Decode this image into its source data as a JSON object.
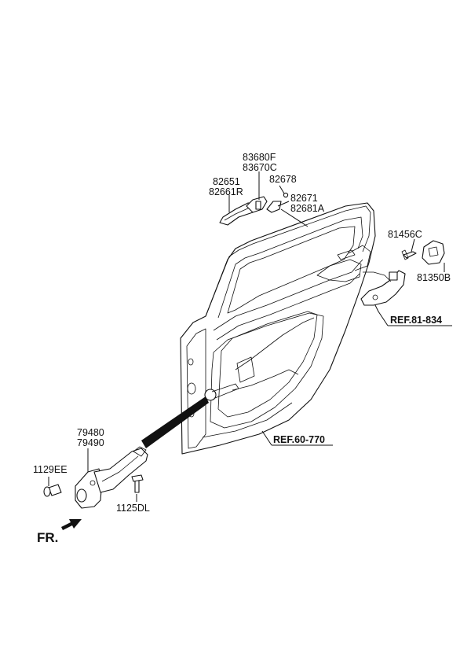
{
  "labels": {
    "p83680F": "83680F",
    "p83670C": "83670C",
    "p82651": "82651",
    "p82661R": "82661R",
    "p82678": "82678",
    "p82671": "82671",
    "p82681A": "82681A",
    "p81456C": "81456C",
    "p81350B": "81350B",
    "p79480": "79480",
    "p79490": "79490",
    "p1129EE": "1129EE",
    "p1125DL": "1125DL"
  },
  "refs": {
    "ref81": "REF.81-834",
    "ref60": "REF.60-770"
  },
  "direction": {
    "fr": "FR."
  },
  "colors": {
    "ink": "#111111",
    "background": "#ffffff"
  }
}
